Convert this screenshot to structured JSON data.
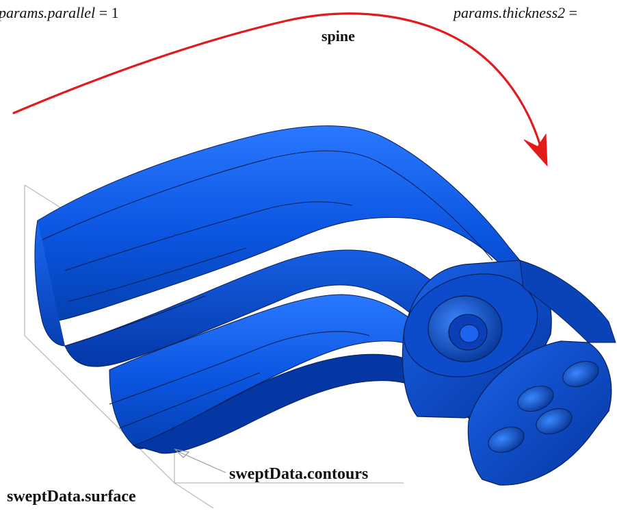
{
  "labels": {
    "parallel_name": "params.parallel",
    "parallel_value": "= 1",
    "thickness_name": "params.thickness2",
    "thickness_value": "=",
    "spine": "spine",
    "contours": "sweptData.contours",
    "surface": "sweptData.surface"
  },
  "colors": {
    "spine_curve": "#e41a1a",
    "solid_body": "#0a52d6",
    "solid_edges": "#0a1f55",
    "surface_plane": "#bbbbbb",
    "text": "#111111"
  },
  "icons": {
    "spine_arrowhead": "arrowhead-icon",
    "contours_pointer": "pointer-arrow-icon"
  }
}
